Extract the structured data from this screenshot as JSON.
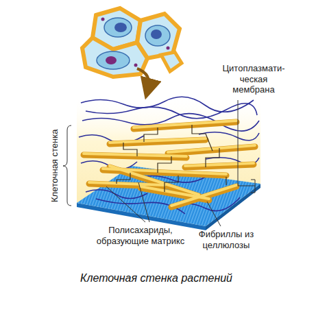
{
  "diagram": {
    "caption": "Клеточная стенка растений",
    "labels": [
      "Цитоплазмати- ческая мембрана",
      "Клеточная стенка",
      "Полисахариды, образующие матрикс",
      "Фибриллы из целлюлозы"
    ]
  }
}
